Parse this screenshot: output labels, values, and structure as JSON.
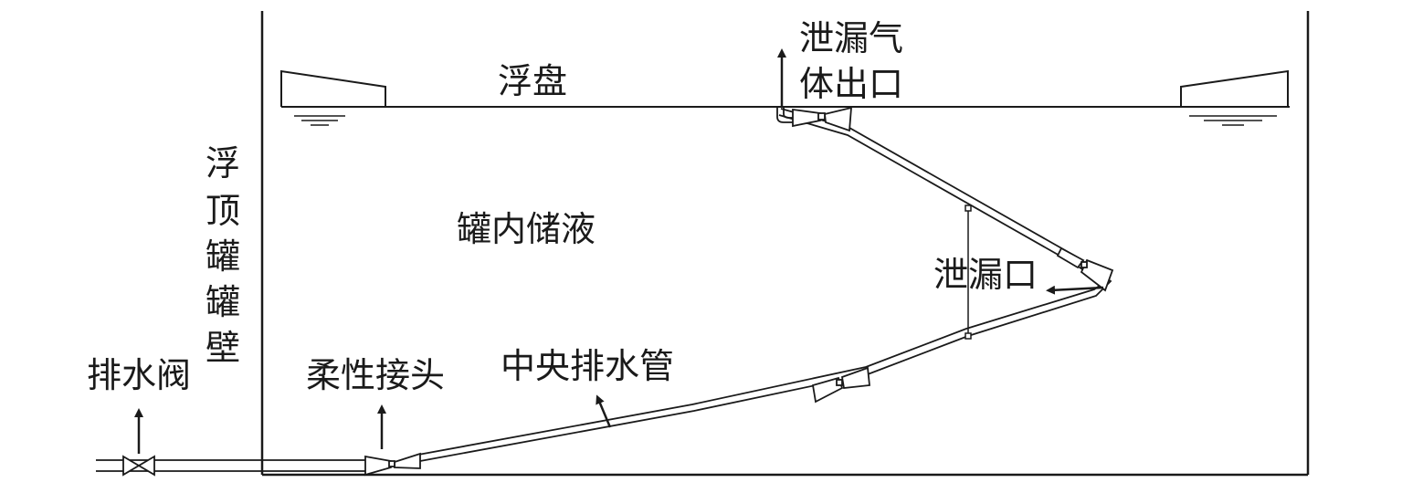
{
  "labels": {
    "floating_roof": "浮盘",
    "leak_gas_outlet_line1": "泄漏气",
    "leak_gas_outlet_line2": "体出口",
    "tank_liquid": "罐内储液",
    "tank_wall_chars": [
      "浮",
      "顶",
      "罐",
      "罐",
      "壁"
    ],
    "leak_point": "泄漏口",
    "center_drain_pipe": "中央排水管",
    "flexible_joint": "柔性接头",
    "drain_valve": "排水阀"
  },
  "colors": {
    "line": "#1a1a1a",
    "background": "#ffffff"
  }
}
